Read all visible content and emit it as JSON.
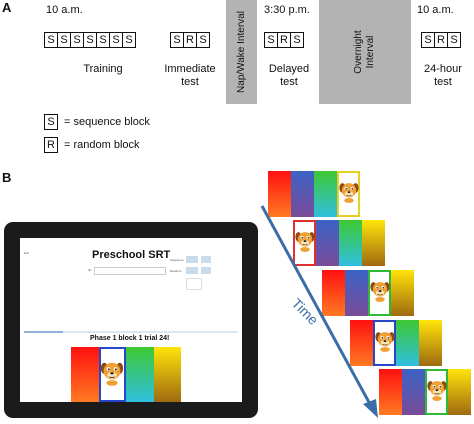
{
  "panel_a": {
    "letter": "A",
    "times": {
      "t1": "10 a.m.",
      "t2": "3:30 p.m.",
      "t3": "10 a.m."
    },
    "sessions": [
      {
        "blocks": [
          "S",
          "S",
          "S",
          "S",
          "S",
          "S",
          "S"
        ],
        "label": "Training"
      },
      {
        "blocks": [
          "S",
          "R",
          "S"
        ],
        "label": "Immediate test"
      },
      {
        "blocks": [
          "S",
          "R",
          "S"
        ],
        "label": "Delayed test"
      },
      {
        "blocks": [
          "S",
          "R",
          "S"
        ],
        "label": "24-hour test"
      }
    ],
    "intervals": {
      "nap": "Nap/Wake Interval",
      "overnight": "Overnight Interval"
    },
    "legend": [
      {
        "symbol": "S",
        "text": "= sequence block"
      },
      {
        "symbol": "R",
        "text": "= random block"
      }
    ]
  },
  "panel_b": {
    "letter": "B",
    "ipad": {
      "exit": "Exit",
      "app_title": "Preschool SRT",
      "id_label": "ID:",
      "sequence_label": "Sequence",
      "random_label": "Random",
      "phase_text": "Phase 1 block 1 trial 24!"
    },
    "time_arrow_label": "Time",
    "colors": {
      "red": "#ff1010",
      "blue": "#3b63c7",
      "green": "#3ec832",
      "yellow": "#ffe40a",
      "arrow": "#3b6ea6"
    },
    "card_order": [
      "red",
      "blue",
      "green",
      "yellow"
    ],
    "trial_targets": [
      "yellow",
      "red",
      "green",
      "blue",
      "green"
    ],
    "ipad_target": "blue"
  }
}
